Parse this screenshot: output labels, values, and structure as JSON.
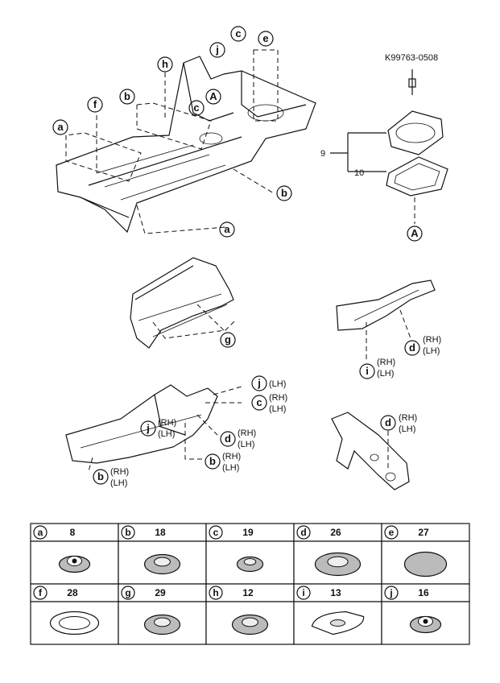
{
  "part_code": "K99763-0508",
  "callouts": {
    "a": "a",
    "b": "b",
    "c": "c",
    "d": "d",
    "e": "e",
    "f": "f",
    "g": "g",
    "h": "h",
    "i": "i",
    "j": "j",
    "A": "A"
  },
  "numbers": {
    "n9": "9",
    "n10": "10"
  },
  "side_labels": {
    "rh": "(RH)",
    "lh": "(LH)"
  },
  "grommet_table": [
    {
      "letter": "a",
      "part": "8"
    },
    {
      "letter": "b",
      "part": "18"
    },
    {
      "letter": "c",
      "part": "19"
    },
    {
      "letter": "d",
      "part": "26"
    },
    {
      "letter": "e",
      "part": "27"
    },
    {
      "letter": "f",
      "part": "28"
    },
    {
      "letter": "g",
      "part": "29"
    },
    {
      "letter": "h",
      "part": "12"
    },
    {
      "letter": "i",
      "part": "13"
    },
    {
      "letter": "j",
      "part": "16"
    }
  ]
}
